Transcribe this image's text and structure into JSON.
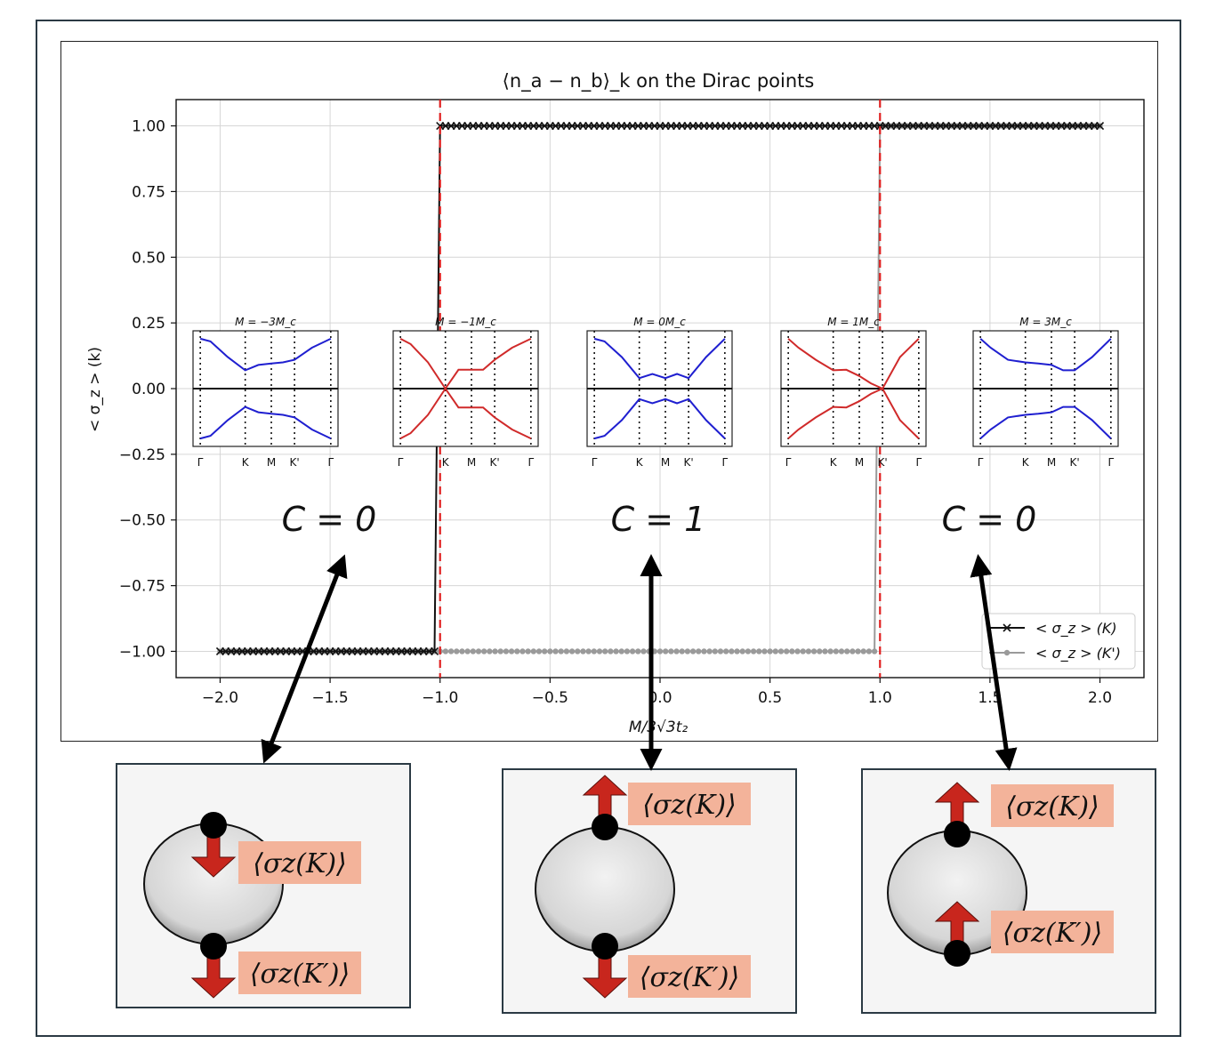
{
  "chart_data": {
    "type": "line",
    "title": "⟨n_a − n_b⟩_k on the Dirac points",
    "xlabel": "M/3√3t₂",
    "ylabel": "< σ_z > (k)",
    "xlim": [
      -2.2,
      2.2
    ],
    "ylim": [
      -1.1,
      1.1
    ],
    "xticks": [
      -2.0,
      -1.5,
      -1.0,
      -0.5,
      0.0,
      0.5,
      1.0,
      1.5,
      2.0
    ],
    "xtick_labels": [
      "−2.0",
      "−1.5",
      "−1.0",
      "−0.5",
      "0.0",
      "0.5",
      "1.0",
      "1.5",
      "2.0"
    ],
    "yticks": [
      -1.0,
      -0.75,
      -0.5,
      -0.25,
      0.0,
      0.25,
      0.5,
      0.75,
      1.0
    ],
    "ytick_labels": [
      "−1.00",
      "−0.75",
      "−0.50",
      "−0.25",
      "0.00",
      "0.25",
      "0.50",
      "0.75",
      "1.00"
    ],
    "grid": true,
    "legend_position": "lower-right",
    "series": [
      {
        "name": "< σ_z > (K)",
        "marker": "x",
        "color": "#111111",
        "x": [
          -2.0,
          -1.02,
          -1.0,
          2.0
        ],
        "y": [
          -1.0,
          -1.0,
          1.0,
          1.0
        ],
        "step_at": -1.0
      },
      {
        "name": "< σ_z > (K')",
        "marker": "o",
        "color": "#9a9a9a",
        "x": [
          -2.0,
          0.98,
          1.0,
          2.0
        ],
        "y": [
          -1.0,
          -1.0,
          1.0,
          1.0
        ],
        "step_at": 1.0
      }
    ],
    "vlines": [
      {
        "x": -1.0,
        "color": "#e02020",
        "style": "dashed"
      },
      {
        "x": 1.0,
        "color": "#e02020",
        "style": "dashed"
      }
    ],
    "phase_labels": [
      "C = 0",
      "C = 1",
      "C = 0"
    ],
    "insets": [
      {
        "title": "M = −3M_c",
        "color": "#1f1fd0",
        "gapped": true,
        "variant": "left"
      },
      {
        "title": "M = −1M_c",
        "color": "#d02a2a",
        "gapped": false,
        "variant": "closeK"
      },
      {
        "title": "M = 0M_c",
        "color": "#1f1fd0",
        "gapped": true,
        "variant": "center"
      },
      {
        "title": "M = 1M_c",
        "color": "#d02a2a",
        "gapped": false,
        "variant": "closeKp"
      },
      {
        "title": "M = 3M_c",
        "color": "#1f1fd0",
        "gapped": true,
        "variant": "right"
      }
    ],
    "inset_ticks": [
      "Γ",
      "K",
      "M",
      "K'",
      "Γ"
    ]
  },
  "panels": [
    {
      "top_label": "⟨σz(K)⟩",
      "bottom_label": "⟨σz(K′)⟩",
      "top_arrow": "down",
      "bottom_arrow": "down"
    },
    {
      "top_label": "⟨σz(K)⟩",
      "bottom_label": "⟨σz(K′)⟩",
      "top_arrow": "up",
      "bottom_arrow": "down"
    },
    {
      "top_label": "⟨σz(K)⟩",
      "bottom_label": "⟨σz(K′)⟩",
      "top_arrow": "up",
      "bottom_arrow": "up"
    }
  ],
  "colors": {
    "arrow_red": "#c8261d",
    "label_bg": "#f3b39a",
    "frame": "#2b3a44"
  }
}
